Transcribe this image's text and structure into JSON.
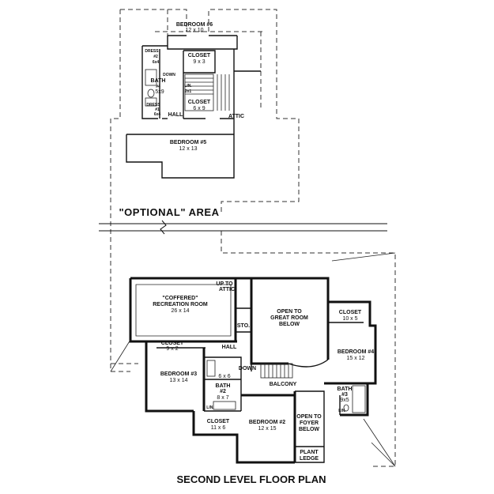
{
  "labels": {
    "bedroom6": "BEDROOM #6",
    "bedroom6_dim": "12 x 10",
    "dress2": "DRESS",
    "dress2_num": "#2",
    "dress2_dim": "6x4",
    "closet_top": "CLOSET",
    "closet_top_dim": "9 x 3",
    "bath4": "BATH",
    "bath4_num": "#4",
    "bath4_dim": "5x9",
    "down_top": "DOWN",
    "lin_top": "LIN.",
    "lin_top_dim": "2x1",
    "closet_mid": "CLOSET",
    "closet_mid_dim": "6 x 9",
    "dress1": "DRESS",
    "dress1_num": "#1",
    "dress1_dim": "6x4",
    "hall_top": "HALL",
    "attic": "ATTIC",
    "bedroom5": "BEDROOM #5",
    "bedroom5_dim": "12 x 13",
    "optional_area": "\"OPTIONAL\" AREA",
    "rec_l1": "\"COFFERED\"",
    "rec_l2": "RECREATION ROOM",
    "rec_dim": "26 x 14",
    "up_attic_1": "UP TO",
    "up_attic_2": "ATTIC",
    "open_gr_1": "OPEN TO",
    "open_gr_2": "GREAT ROOM",
    "open_gr_3": "BELOW",
    "sto": "STO.",
    "closet_b3": "CLOSET",
    "closet_b3_dim": "9 x 2",
    "hall_low": "HALL",
    "bedroom3": "BEDROOM #3",
    "bedroom3_dim": "13 x 14",
    "dim_6x6": "6 x 6",
    "down_low": "DOWN",
    "bath2": "BATH",
    "bath2_num": "#2",
    "bath2_dim": "8 x 7",
    "balcony": "BALCONY",
    "closet_b4": "CLOSET",
    "closet_b4_dim": "10 x 5",
    "bedroom4": "BEDROOM #4",
    "bedroom4_dim": "15 x 12",
    "bath3": "BATH",
    "bath3_num": "#3",
    "bath3_dim": "9x5",
    "lin_b3": "LIN.",
    "lin_b2": "LIN.",
    "closet_b2": "CLOSET",
    "closet_b2_dim": "11 x 6",
    "bedroom2": "BEDROOM #2",
    "bedroom2_dim": "12 x 15",
    "foyer_1": "OPEN TO",
    "foyer_2": "FOYER",
    "foyer_3": "BELOW",
    "ledge_1": "PLANT",
    "ledge_2": "LEDGE",
    "title": "SECOND LEVEL FLOOR PLAN"
  }
}
